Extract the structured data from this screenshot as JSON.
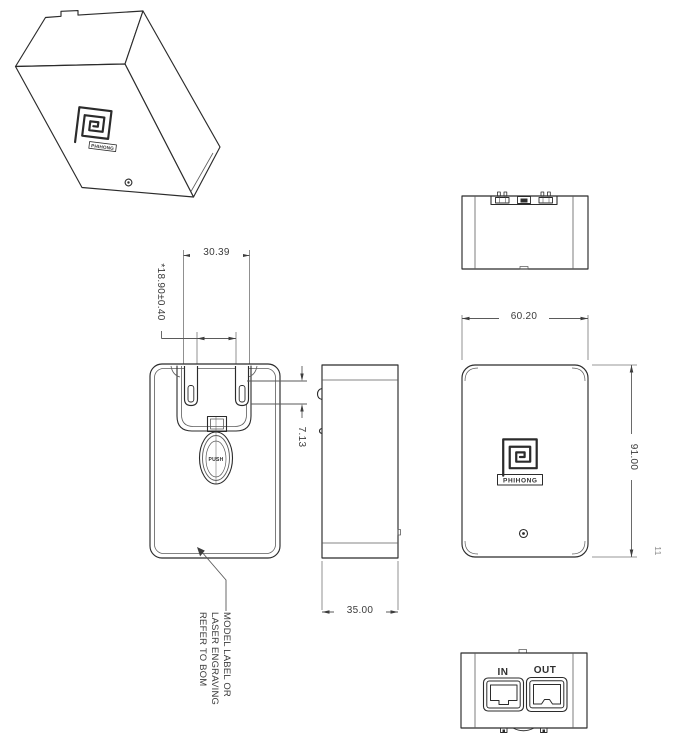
{
  "sheet": {
    "type": "mechanical-drawing",
    "units": "mm"
  },
  "colors": {
    "line": "#2b2b2b",
    "dimension": "#5a5a5a",
    "background": "#ffffff"
  },
  "dimensions": {
    "plug_width": "30.39",
    "prong_pitch": "*18.90±0.40",
    "prong_hole_offset": "7.13",
    "body_depth": "35.00",
    "body_width": "60.20",
    "body_height": "91.00"
  },
  "labels": {
    "push_button": "PUSH",
    "port_in": "IN",
    "port_out": "OUT",
    "brand": "PHIHONG",
    "sheet_edge_mark": "11"
  },
  "note": {
    "line1": "MODEL LABEL OR",
    "line2": "LASER ENGRAVING",
    "line3": "REFER TO BOM"
  }
}
